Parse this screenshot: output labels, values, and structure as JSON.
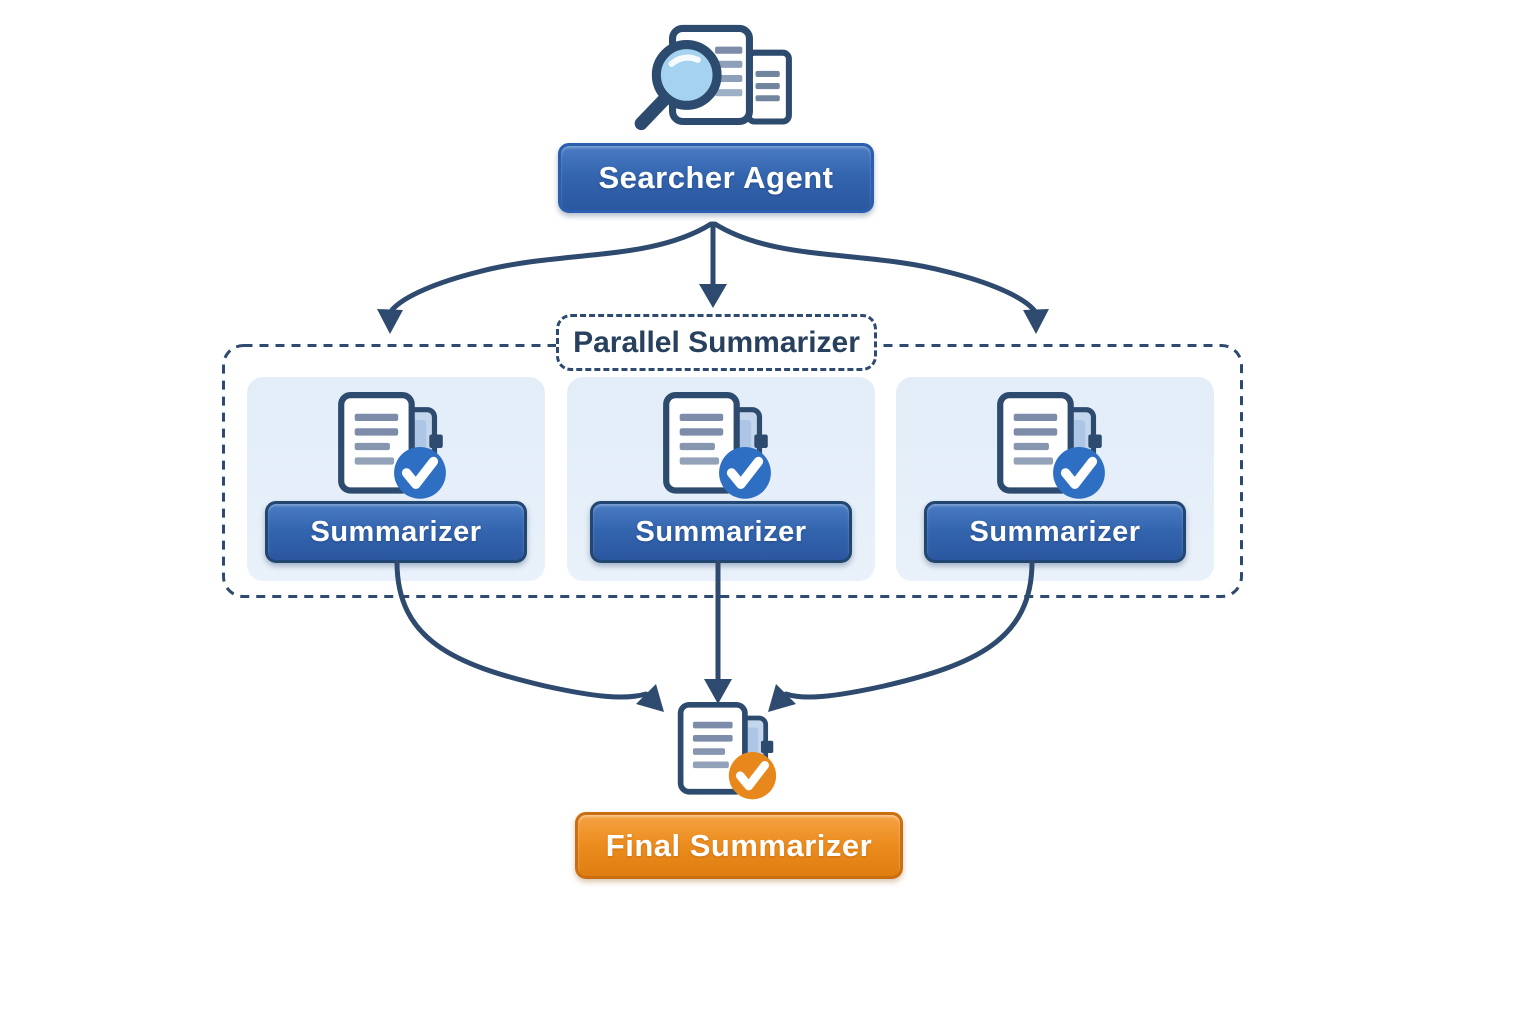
{
  "root_agent": {
    "label": "Searcher Agent",
    "icon": "search-documents-icon"
  },
  "parallel_group": {
    "label": "Parallel Summarizer",
    "panels": [
      {
        "label": "Summarizer",
        "icon": "document-check-icon"
      },
      {
        "label": "Summarizer",
        "icon": "document-check-icon"
      },
      {
        "label": "Summarizer",
        "icon": "document-check-icon"
      }
    ]
  },
  "final_agent": {
    "label": "Final Summarizer",
    "icon": "document-check-orange-icon"
  },
  "colors": {
    "navy": "#2e4a6e",
    "node_blue_top": "#4a7cc4",
    "node_blue_bottom": "#2b57a0",
    "panel_background": "#e7f0f9",
    "check_blue": "#2f6fc3",
    "check_orange": "#e8871c",
    "final_orange_top": "#f4a243",
    "final_orange_bottom": "#df7d10",
    "group_label_text": "#27405e"
  }
}
